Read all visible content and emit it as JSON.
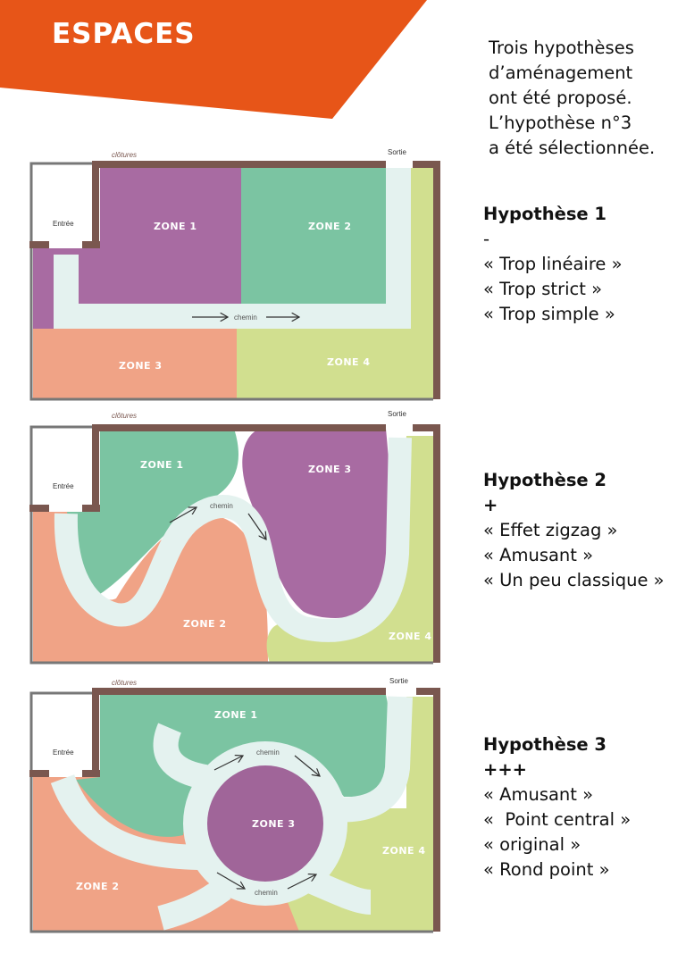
{
  "header": {
    "title": "ESPACES",
    "accent_color": "#e75518"
  },
  "intro": [
    "Trois hypothèses",
    "d’aménagement",
    "ont été proposé.",
    "L’hypothèse n°3",
    "a été sélectionnée."
  ],
  "hypotheses": [
    {
      "title": "Hypothèse 1",
      "sign": "-",
      "comments": [
        "« Trop linéaire »",
        "« Trop strict »",
        "« Trop simple »"
      ]
    },
    {
      "title": "Hypothèse 2",
      "sign": "+",
      "comments": [
        "« Effet zigzag »",
        "« Amusant »",
        "« Un peu classique »"
      ]
    },
    {
      "title": "Hypothèse 3",
      "sign": "+++",
      "comments": [
        "« Amusant »",
        "«  Point central »",
        "« original »",
        "« Rond point »"
      ]
    }
  ],
  "plan_labels": {
    "fences": "clôtures",
    "exit": "Sortie",
    "entrance": "Entrée",
    "path": "chemin",
    "zone1": "ZONE 1",
    "zone2": "ZONE 2",
    "zone3": "ZONE 3",
    "zone4": "ZONE 4"
  },
  "colors": {
    "purple": "#a86ba2",
    "green": "#7bc4a2",
    "salmon": "#f0a386",
    "lime": "#d1df8f",
    "path": "#e4f2ef",
    "wall": "#7a574f"
  }
}
